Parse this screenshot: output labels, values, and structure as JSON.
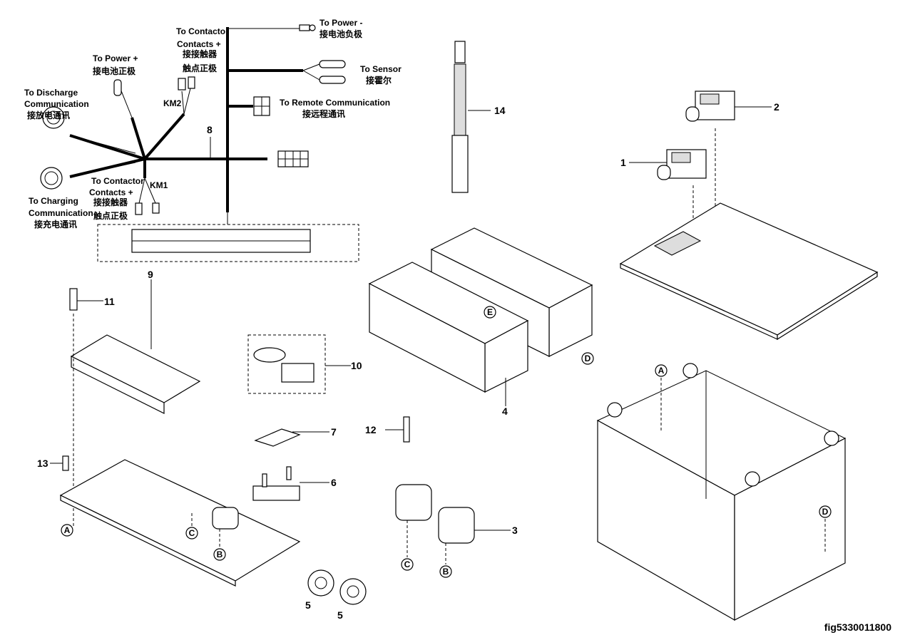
{
  "harness": {
    "contactor_top": [
      "To Contactor",
      "Contacts +",
      "接接触器",
      "触点正极"
    ],
    "power_minus": [
      "To Power -",
      "接电池负极"
    ],
    "power_plus": [
      "To Power +",
      "接电池正极"
    ],
    "discharge": [
      "To Discharge",
      "Communication",
      "接放电通讯"
    ],
    "sensor": [
      "To Sensor",
      "接霍尔"
    ],
    "remote": [
      "To Remote Communication",
      "接远程通讯"
    ],
    "contactor_bottom": [
      "To Contactor",
      "Contacts +",
      "接接触器",
      "触点正极"
    ],
    "charging": [
      "To Charging",
      "Communication",
      "接充电通讯"
    ],
    "km1": "KM1",
    "km2": "KM2"
  },
  "parts": {
    "p1": "1",
    "p2": "2",
    "p3": "3",
    "p4": "4",
    "p5a": "5",
    "p5b": "5",
    "p6": "6",
    "p7": "7",
    "p8": "8",
    "p9": "9",
    "p10": "10",
    "p11": "11",
    "p12": "12",
    "p13": "13",
    "p14": "14"
  },
  "refs": {
    "a1": "A",
    "a2": "A",
    "b1": "B",
    "b2": "B",
    "c1": "C",
    "c2": "C",
    "d1": "D",
    "d2": "D",
    "e1": "E"
  },
  "figure_id": "fig5330011800"
}
